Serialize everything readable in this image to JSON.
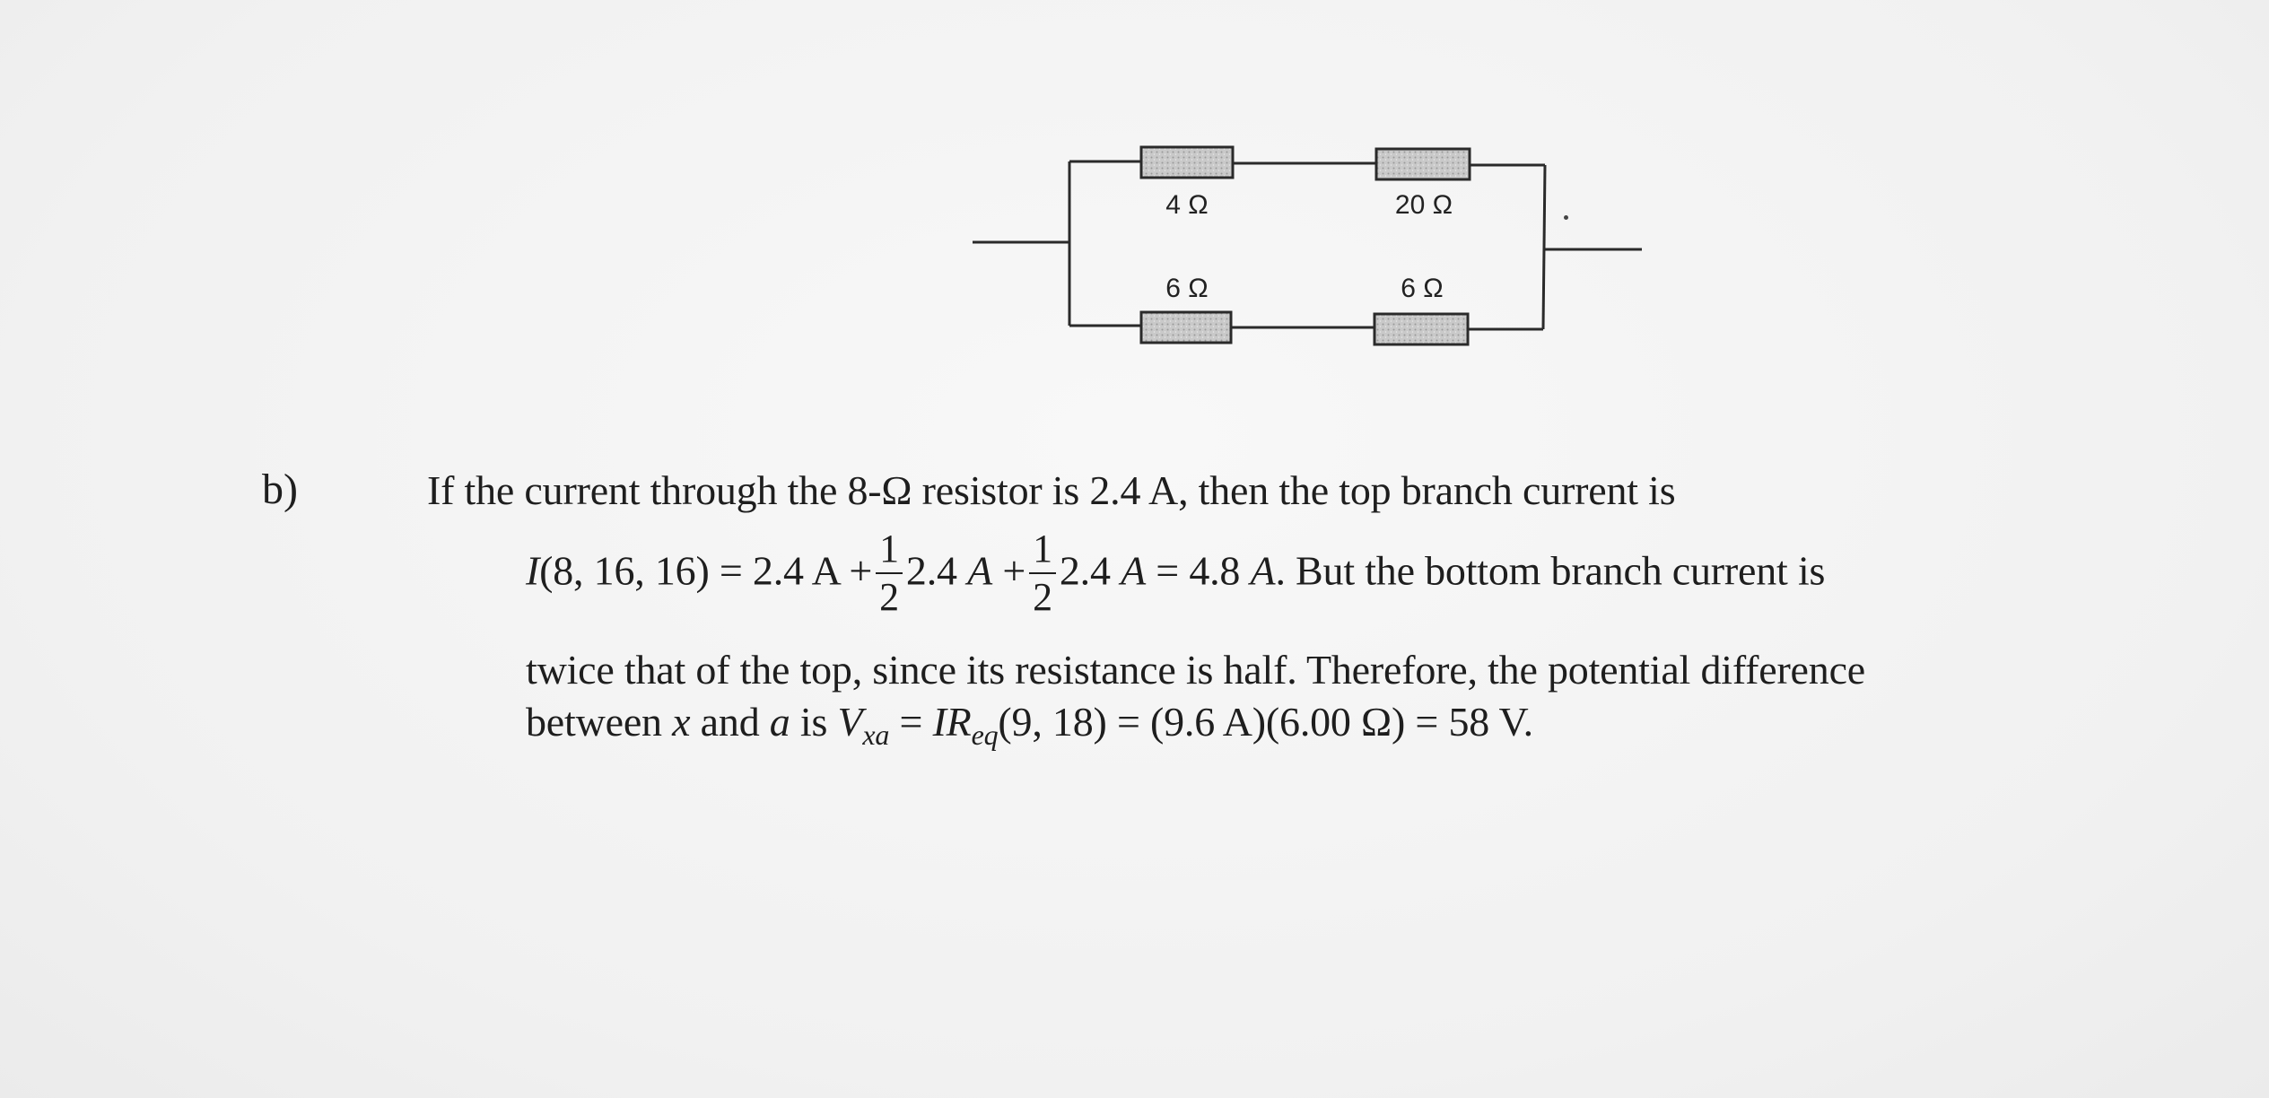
{
  "circuit": {
    "top_left_label": "4 Ω",
    "top_right_label": "20 Ω",
    "bottom_left_label": "6 Ω",
    "bottom_right_label": "6 Ω"
  },
  "part": {
    "label": "b)"
  },
  "text": {
    "line1": "If the current through the 8-Ω resistor is 2.4 A, then the top branch current is",
    "line2_a_italic": "I",
    "line2_a": "(8, 16, 16) = 2.4 A +",
    "frac_num": "1",
    "frac_den": "2",
    "line2_b": "2.4 ",
    "line2_b_italic": "A",
    "line2_c": " +",
    "line2_d": "2.4 ",
    "line2_d_italic": "A",
    "line2_e": " = 4.8 ",
    "line2_e_italic": "A",
    "line2_f": ". But the bottom branch current is",
    "line3": "twice that of the top, since its resistance is half. Therefore, the potential difference",
    "line4_a": "between ",
    "line4_x": "x",
    "line4_b": " and ",
    "line4_a_var": "a",
    "line4_c": " is ",
    "line4_V": "V",
    "line4_sub_xa": "xa",
    "line4_d": " = ",
    "line4_IR": "IR",
    "line4_sub_eq": "eq",
    "line4_e": "(9, 18) = (9.6 A)(6.00 Ω) = 58 V."
  }
}
